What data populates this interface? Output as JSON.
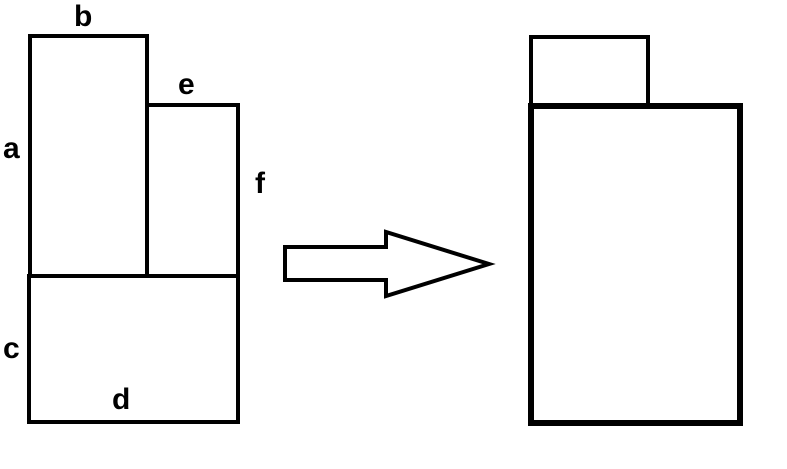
{
  "diagram": {
    "labels": {
      "a": "a",
      "b": "b",
      "c": "c",
      "d": "d",
      "e": "e",
      "f": "f"
    },
    "colors": {
      "stroke": "#000000",
      "background": "#ffffff"
    },
    "arrow": {
      "icon": "right-arrow-icon",
      "direction": "right"
    }
  }
}
